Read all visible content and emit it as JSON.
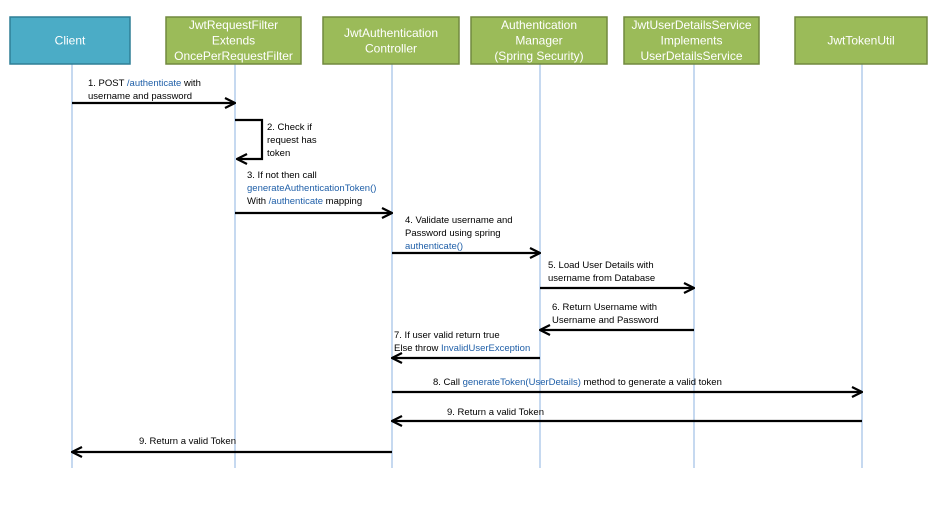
{
  "colors": {
    "client_fill": "#4bacc6",
    "client_stroke": "#2f7f96",
    "participant_fill": "#9bbb59",
    "participant_stroke": "#71893f",
    "lifeline": "#8db3e2",
    "arrow": "#000000",
    "code_text": "#1f5fa8"
  },
  "participants": [
    {
      "id": "client",
      "lines": [
        "Client"
      ]
    },
    {
      "id": "jwt-request-filter",
      "lines": [
        "JwtRequestFilter",
        "Extends",
        "OncePerRequestFilter"
      ]
    },
    {
      "id": "jwt-authentication-controller",
      "lines": [
        "JwtAuthentication",
        "Controller"
      ]
    },
    {
      "id": "authentication-manager",
      "lines": [
        "Authentication",
        "Manager",
        "(Spring Security)"
      ]
    },
    {
      "id": "jwt-user-details-service",
      "lines": [
        "JwtUserDetailsService",
        "Implements",
        "UserDetailsService"
      ]
    },
    {
      "id": "jwt-token-util",
      "lines": [
        "JwtTokenUtil"
      ]
    }
  ],
  "messages": [
    {
      "id": "m1",
      "from": 0,
      "to": 1,
      "text": [
        [
          {
            "t": "1.   POST "
          },
          {
            "t": "/authenticate",
            "code": true
          },
          {
            "t": " with"
          }
        ],
        [
          {
            "t": "username and password"
          }
        ]
      ]
    },
    {
      "id": "m2",
      "from": 1,
      "to": 1,
      "text": [
        [
          {
            "t": "2. Check if"
          }
        ],
        [
          {
            "t": "request has"
          }
        ],
        [
          {
            "t": "token"
          }
        ]
      ]
    },
    {
      "id": "m3",
      "from": 1,
      "to": 2,
      "text": [
        [
          {
            "t": "3. If not then call"
          }
        ],
        [
          {
            "t": "generateAuthenticationToken()",
            "code": true
          }
        ],
        [
          {
            "t": "With "
          },
          {
            "t": "/authenticate",
            "code": true
          },
          {
            "t": " mapping"
          }
        ]
      ]
    },
    {
      "id": "m4",
      "from": 2,
      "to": 3,
      "text": [
        [
          {
            "t": "4.  Validate username and"
          }
        ],
        [
          {
            "t": "Password using spring"
          }
        ],
        [
          {
            "t": "authenticate()",
            "code": true
          }
        ]
      ]
    },
    {
      "id": "m5",
      "from": 3,
      "to": 4,
      "text": [
        [
          {
            "t": "5.  Load User Details with"
          }
        ],
        [
          {
            "t": "username from  Database"
          }
        ]
      ]
    },
    {
      "id": "m6",
      "from": 4,
      "to": 3,
      "text": [
        [
          {
            "t": "6.   Return Username with"
          }
        ],
        [
          {
            "t": "Username and Password"
          }
        ]
      ]
    },
    {
      "id": "m7",
      "from": 3,
      "to": 2,
      "text": [
        [
          {
            "t": "7. If user valid return true"
          }
        ],
        [
          {
            "t": "Else throw "
          },
          {
            "t": "InvalidUserException",
            "code": true
          }
        ]
      ]
    },
    {
      "id": "m8",
      "from": 2,
      "to": 5,
      "text": [
        [
          {
            "t": "8. Call "
          },
          {
            "t": "generateToken(UserDetails)",
            "code": true
          },
          {
            "t": " method to generate a valid token"
          }
        ]
      ]
    },
    {
      "id": "m9a",
      "from": 5,
      "to": 2,
      "text": [
        [
          {
            "t": "9. Return a valid Token"
          }
        ]
      ]
    },
    {
      "id": "m9b",
      "from": 2,
      "to": 0,
      "text": [
        [
          {
            "t": "9. Return a valid Token"
          }
        ]
      ]
    }
  ]
}
